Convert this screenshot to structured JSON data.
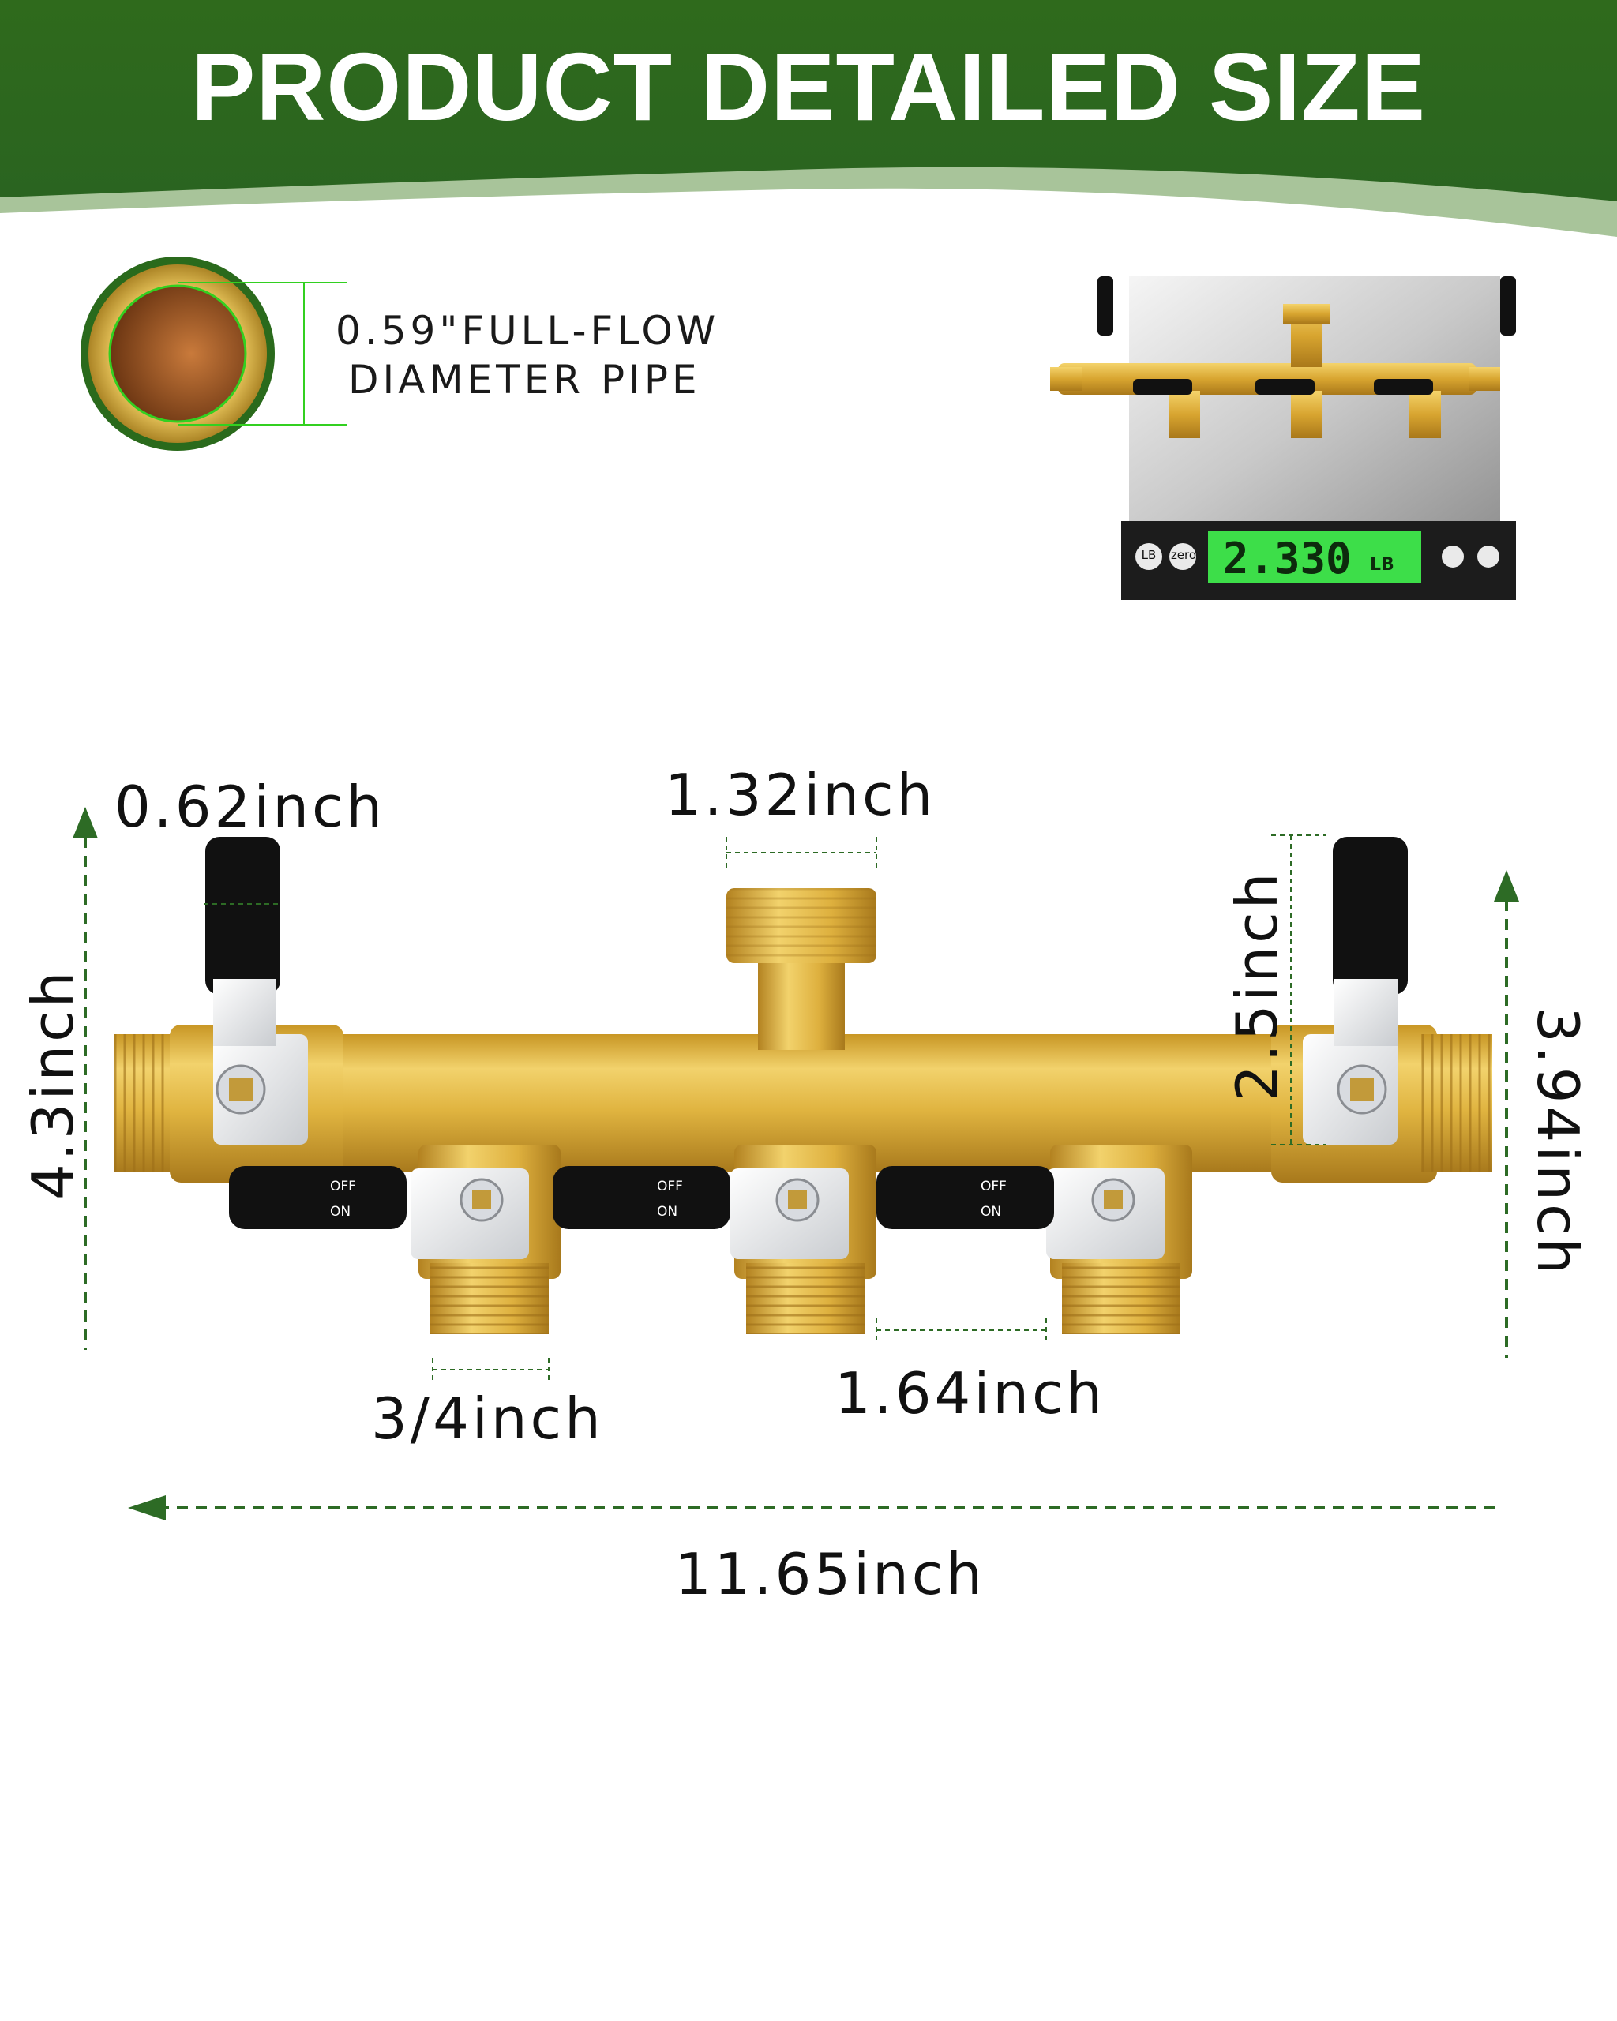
{
  "header": {
    "title": "PRODUCT DETAILED SIZE"
  },
  "pipe": {
    "label_line1": "0.59\"FULL-FLOW",
    "label_line2": "DIAMETER PIPE"
  },
  "scale": {
    "reading": "2.330",
    "unit": "LB",
    "btn_lb": "LB",
    "btn_zero": "zero"
  },
  "valve_labels": {
    "off": "OFF",
    "on": "ON"
  },
  "dimensions": {
    "handle_width": "0.62inch",
    "inlet_width": "1.32inch",
    "total_height_left": "4.3inch",
    "side_height": "2.5inch",
    "total_height_right": "3.94inch",
    "outlet_thread": "3/4inch",
    "outlet_spacing": "1.64inch",
    "total_length": "11.65inch"
  },
  "colors": {
    "banner_green": "#2e6b1e",
    "brass": "#d9a62e",
    "dim_line": "#2d6b25",
    "handle": "#111111"
  }
}
